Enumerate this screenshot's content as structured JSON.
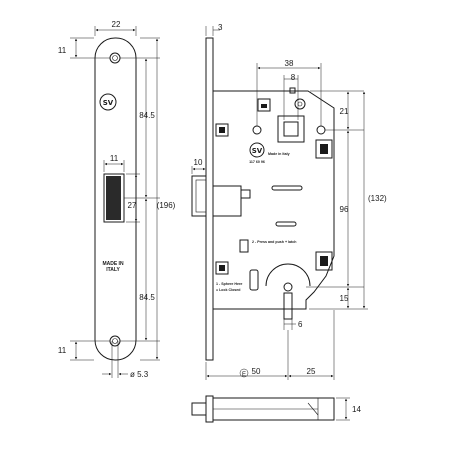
{
  "faceplate": {
    "width": "22",
    "hole_top": "11",
    "height_upper": "84.5",
    "latch_width": "11",
    "latch_height": "27",
    "total_height": "(196)",
    "height_lower": "84.5",
    "hole_bottom": "11",
    "hole_diameter": "ø 5.3",
    "made_in_line1": "MADE IN",
    "made_in_line2": "ITALY",
    "logo": "SV"
  },
  "body": {
    "plate_thickness": "3",
    "latch_depth": "10",
    "spindle_distance": "38",
    "spindle_square": "8",
    "top_offset": "21",
    "center_distance": "96",
    "overall_height": "(132)",
    "bottom_offset": "15",
    "cylinder_pin": "6",
    "backset_prefix": "E",
    "backset": "50",
    "bottom_width": "25",
    "model_code": "117 60 96",
    "instruction_2": "2 - Press and push + latch",
    "instruction_1_line1": "1 - Sphere Here",
    "instruction_1_line2": "= Lock Closed",
    "logo_caption": "Made in Italy"
  },
  "latch_view": {
    "thickness": "14"
  }
}
